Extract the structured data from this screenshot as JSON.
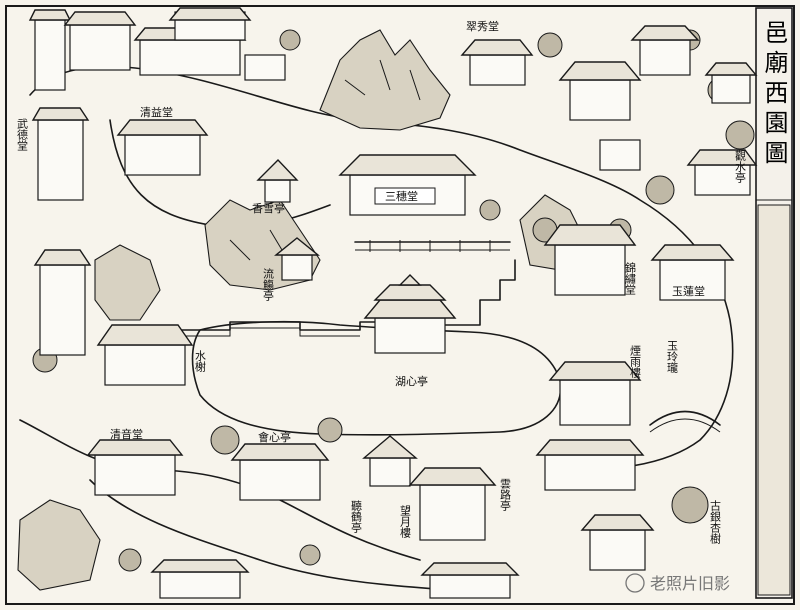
{
  "map": {
    "title": "邑廟西園圖",
    "labels": {
      "qingyi_hall": "清益堂",
      "sanshan_hall": "三穗堂",
      "xiangxue_pavilion": "香雪亭",
      "liushang_pavilion": "流觴亭",
      "huxin_pavilion": "湖心亭",
      "wangyue_tower": "望月樓",
      "yujin_tower": "玉玲瓏",
      "qingyu_hall": "清音堂",
      "huixin_pavilion": "會心亭",
      "tinghe_pavilion": "聽鶴亭",
      "guanshui_pavilion": "觀水亭",
      "yanyu_hall": "煙雨樓",
      "jinhua_tower": "錦繡堂",
      "yunlu_pavilion": "雲路亭",
      "shuixie": "水榭",
      "cuixiu_hall": "翠秀堂",
      "yulian_hall": "玉蓮堂",
      "gujin_tree": "古銀杏樹",
      "left_building": "武德堂"
    },
    "watermark": "老照片旧影"
  }
}
